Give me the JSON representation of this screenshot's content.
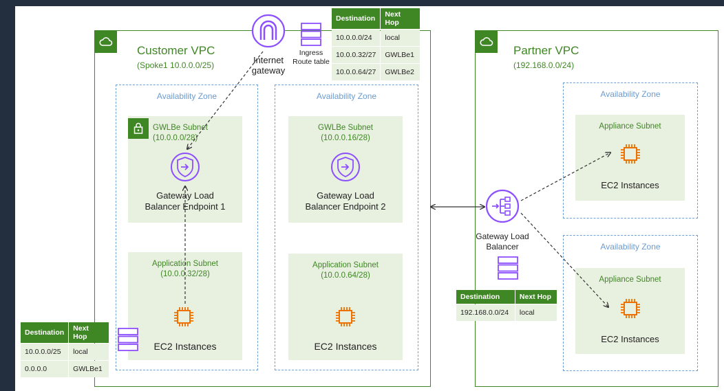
{
  "customer_vpc": {
    "title": "Customer VPC",
    "cidr": "(Spoke1 10.0.0.0/25)",
    "icon": "cloud-icon",
    "az_left": {
      "label": "Availability Zone",
      "gwlbe_subnet": {
        "title": "GWLBe Subnet",
        "cidr": "(10.0.0.0/28)",
        "icon": "lock-icon"
      },
      "endpoint": {
        "line1": "Gateway Load",
        "line2": "Balancer Endpoint 1"
      },
      "app_subnet": {
        "title": "Application Subnet",
        "cidr": "(10.0.0.32/28)"
      },
      "ec2": "EC2 Instances"
    },
    "az_right": {
      "label": "Availability Zone",
      "gwlbe_subnet": {
        "title": "GWLBe Subnet",
        "cidr": "(10.0.0.16/28)"
      },
      "endpoint": {
        "line1": "Gateway Load",
        "line2": "Balancer Endpoint 2"
      },
      "app_subnet": {
        "title": "Application Subnet",
        "cidr": "(10.0.0.64/28)"
      },
      "ec2": "EC2 Instances"
    }
  },
  "internet_gateway": {
    "line1": "Internet",
    "line2": "gateway",
    "icon": "internet-gateway-icon"
  },
  "ingress_route_table": {
    "line1": "Ingress",
    "line2": "Route table",
    "icon": "route-table-icon",
    "headers": [
      "Destination",
      "Next Hop"
    ],
    "rows": [
      [
        "10.0.0.0/24",
        "local"
      ],
      [
        "10.0.0.32/27",
        "GWLBe1"
      ],
      [
        "10.0.0.64/27",
        "GWLBe2"
      ]
    ]
  },
  "app_route_table": {
    "icon": "route-table-icon",
    "headers": [
      "Destination",
      "Next Hop"
    ],
    "rows": [
      [
        "10.0.0.0/25",
        "local"
      ],
      [
        "0.0.0.0",
        "GWLBe1"
      ]
    ]
  },
  "partner_vpc": {
    "title": "Partner VPC",
    "cidr": "(192.168.0.0/24)",
    "icon": "cloud-icon",
    "az_top": {
      "label": "Availability Zone",
      "subnet": "Appliance Subnet",
      "ec2": "EC2 Instances"
    },
    "az_bottom": {
      "label": "Availability Zone",
      "subnet": "Appliance Subnet",
      "ec2": "EC2 Instances"
    },
    "gwlb": {
      "line1": "Gateway Load",
      "line2": "Balancer",
      "icon": "gateway-load-balancer-icon"
    },
    "route_table": {
      "icon": "route-table-icon",
      "headers": [
        "Destination",
        "Next Hop"
      ],
      "rows": [
        [
          "192.168.0.0/24",
          "local"
        ]
      ]
    }
  },
  "colors": {
    "vpc_green": "#3f8624",
    "subnet_fill": "#e8f0e0",
    "az_dash": "#6ea0d6",
    "purple": "#8c4fff",
    "ec2_orange": "#ed7100",
    "page_bg": "#232f3e"
  }
}
